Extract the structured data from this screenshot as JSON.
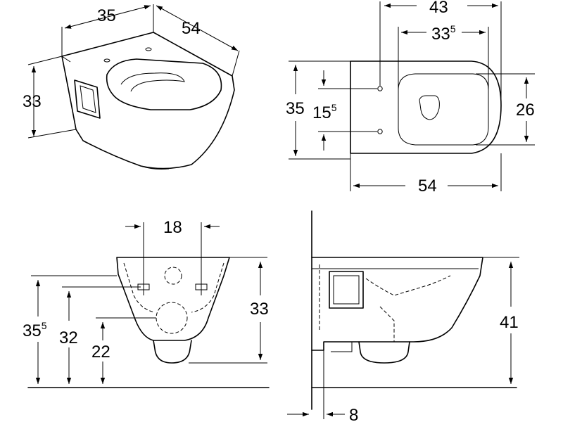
{
  "views": {
    "iso": {
      "width_label": "35",
      "depth_label": "54",
      "height_label": "33"
    },
    "top": {
      "fix_spacing_label": "43",
      "inner_length_main": "33",
      "inner_length_sup": "5",
      "outer_width_label": "35",
      "hole_spacing_main": "15",
      "hole_spacing_sup": "5",
      "inner_width_label": "26",
      "length_label": "54"
    },
    "front": {
      "bolt_spacing_label": "18",
      "height_label": "33",
      "top_height_main": "35",
      "top_height_sup": "5",
      "bolt_height_label": "32",
      "outlet_height_label": "22"
    },
    "side": {
      "rim_height_label": "41",
      "wall_offset_label": "8"
    }
  }
}
